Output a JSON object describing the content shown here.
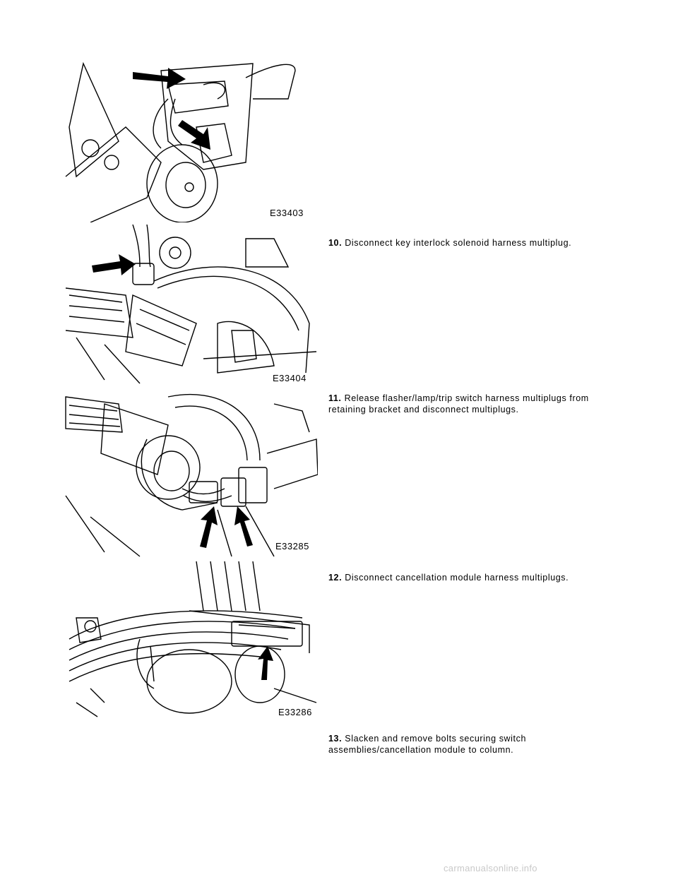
{
  "figures": [
    {
      "id": "E33403"
    },
    {
      "id": "E33404"
    },
    {
      "id": "E33285"
    },
    {
      "id": "E33286"
    }
  ],
  "steps": [
    {
      "number": "10.",
      "text": "Disconnect key interlock solenoid harness multiplug."
    },
    {
      "number": "11.",
      "text": "Release flasher/lamp/trip switch harness multiplugs from retaining bracket and disconnect multiplugs."
    },
    {
      "number": "12.",
      "text": "Disconnect cancellation module harness multiplugs."
    },
    {
      "number": "13.",
      "text": "Slacken and remove bolts securing switch assemblies/cancellation module to column."
    }
  ],
  "footer": {
    "watermark": "carmanualsonline.info"
  }
}
